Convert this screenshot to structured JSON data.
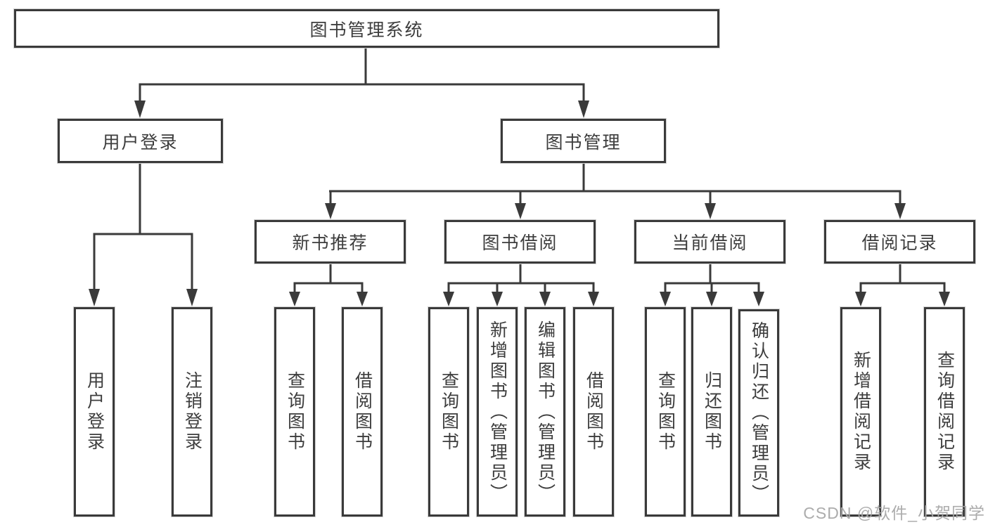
{
  "tree": {
    "label": "图书管理系统",
    "children": [
      {
        "label": "用户登录",
        "children": [
          {
            "label": "用户登录"
          },
          {
            "label": "注销登录"
          }
        ]
      },
      {
        "label": "图书管理",
        "children": [
          {
            "label": "新书推荐",
            "children": [
              {
                "label": "查询图书"
              },
              {
                "label": "借阅图书"
              }
            ]
          },
          {
            "label": "图书借阅",
            "children": [
              {
                "label": "查询图书"
              },
              {
                "label": "新增图书（管理员）"
              },
              {
                "label": "编辑图书（管理员）"
              },
              {
                "label": "借阅图书"
              }
            ]
          },
          {
            "label": "当前借阅",
            "children": [
              {
                "label": "查询图书"
              },
              {
                "label": "归还图书"
              },
              {
                "label": "确认归还（管理员）"
              }
            ]
          },
          {
            "label": "借阅记录",
            "children": [
              {
                "label": "新增借阅记录"
              },
              {
                "label": "查询借阅记录"
              }
            ]
          }
        ]
      }
    ]
  },
  "watermark": {
    "text": "CSDN @软件_小贺同学"
  },
  "colors": {
    "line": "#3a3a3a",
    "border": "#3a3a3a",
    "text": "#3d3d3d",
    "watermark": "#a8a8a8",
    "background": "#ffffff"
  }
}
